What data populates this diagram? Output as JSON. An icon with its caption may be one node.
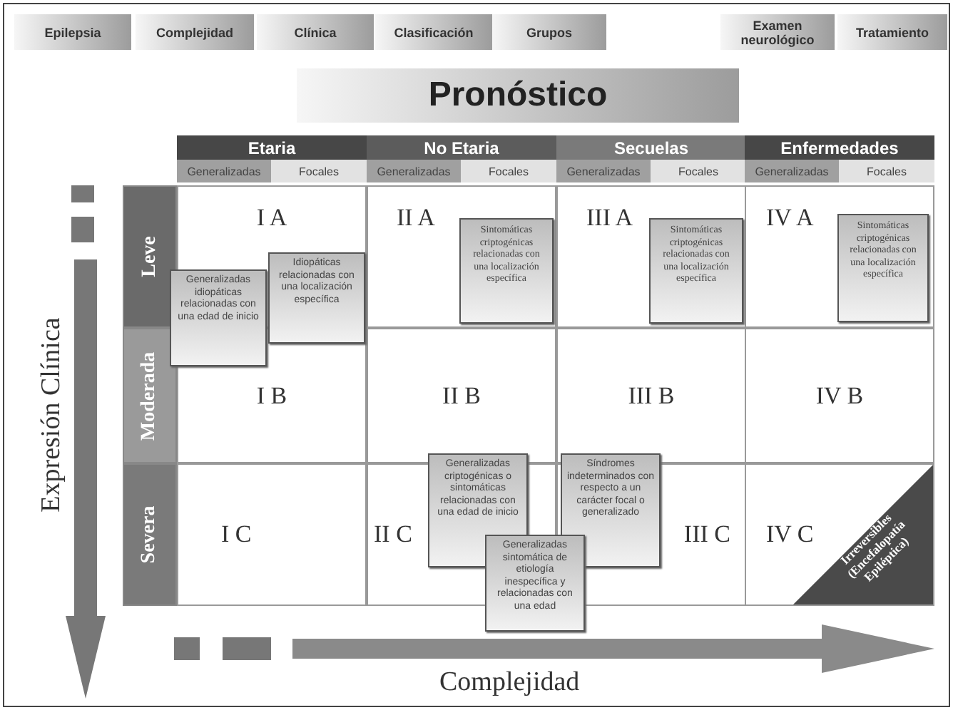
{
  "diagram": {
    "nodes": [
      {
        "text": [
          "Epilepsia"
        ]
      },
      {
        "text": [
          "Complejidad"
        ]
      },
      {
        "text": [
          "Clínica"
        ]
      },
      {
        "text": [
          "Clasificación"
        ]
      },
      {
        "text": [
          "Grupos"
        ]
      },
      {
        "text": [
          "Examen neurológico"
        ]
      },
      {
        "text": [
          "Tratamiento"
        ]
      },
      {
        "text": [
          "Pronóstico"
        ]
      },
      {
        "text": [
          "Etaria"
        ]
      },
      {
        "text": [
          "No Etaria"
        ]
      },
      {
        "text": [
          "Secuelas"
        ]
      },
      {
        "text": [
          "Enfermedades"
        ]
      },
      {
        "text": [
          "Generalizadas"
        ]
      },
      {
        "text": [
          "Focales"
        ]
      },
      {
        "text": [
          "Generalizadas"
        ]
      },
      {
        "text": [
          "Focales"
        ]
      },
      {
        "text": [
          "Generalizadas"
        ]
      },
      {
        "text": [
          "Focales"
        ]
      },
      {
        "text": [
          "Generalizadas"
        ]
      },
      {
        "text": [
          "Focales"
        ]
      },
      {
        "text": [
          "Leve"
        ]
      },
      {
        "text": [
          "Moderada"
        ]
      },
      {
        "text": [
          "Severa"
        ]
      },
      {
        "text": [
          "I A"
        ]
      },
      {
        "text": [
          "II A"
        ]
      },
      {
        "text": [
          "III A"
        ]
      },
      {
        "text": [
          "IV A"
        ]
      },
      {
        "text": [
          "I B"
        ]
      },
      {
        "text": [
          "II B"
        ]
      },
      {
        "text": [
          "III B"
        ]
      },
      {
        "text": [
          "IV B"
        ]
      },
      {
        "text": [
          "I C"
        ]
      },
      {
        "text": [
          "II C"
        ]
      },
      {
        "text": [
          "III C"
        ]
      },
      {
        "text": [
          "IV C"
        ]
      },
      {
        "text": [
          "Generalizadas idiopáticas relacionadas con una edad de inicio"
        ]
      },
      {
        "text": [
          "Idiopáticas relacionadas con una localización específica"
        ]
      },
      {
        "text": [
          "Sintomáticas criptogénicas relacionadas con una localización específica"
        ],
        "in": 24
      },
      {
        "text": [
          "Sintomáticas criptogénicas relacionadas con una localización específica"
        ],
        "in": 25
      },
      {
        "text": [
          "Sintomáticas criptogénicas relacionadas con una localización específica"
        ],
        "in": 26
      },
      {
        "text": [
          "Generalizadas criptogénicas o sintomáticas relacionadas con una edad de inicio"
        ]
      },
      {
        "text": [
          "Síndromes indeterminados con respecto a un carácter focal o generalizado"
        ]
      },
      {
        "text": [
          "Generalizadas sintomática de etiología inespecífica y relacionadas con una edad"
        ]
      },
      {
        "text": [
          "Irreversibles (Encefalopatía Epiléptica)"
        ],
        "in": 34
      }
    ],
    "labels": [
      "Expresión Clínica",
      "Complejidad"
    ]
  }
}
